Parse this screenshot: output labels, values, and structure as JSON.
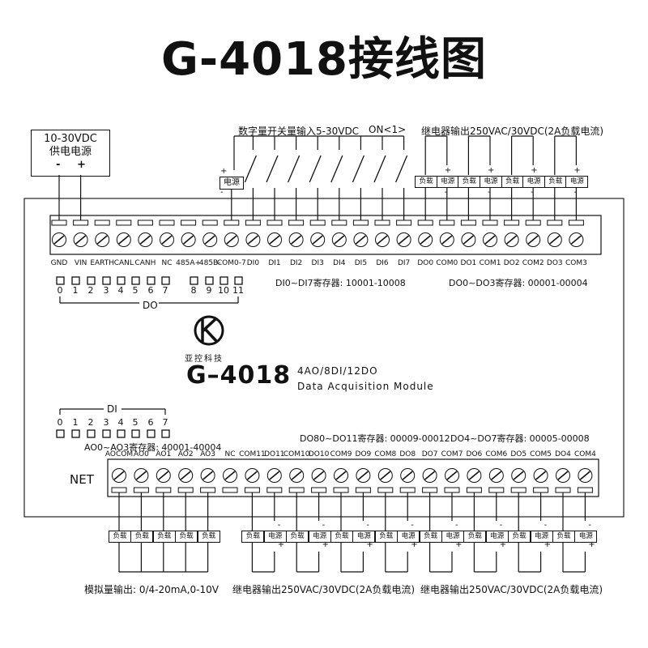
{
  "title": "G-4018接线图",
  "power_supply": {
    "label_line1": "10-30VDC",
    "label_line2": "供电电源",
    "minus": "-",
    "plus": "+"
  },
  "top_notes": {
    "di_input": "数字量开关量输入5-30VDC",
    "di_on": "ON<1>",
    "relay_top": "继电器输出250VAC/30VDC(2A负载电流)",
    "di_reg": "DI0~DI7寄存器: 10001-10008",
    "do_reg": "DO0~DO3寄存器: 00001-00004"
  },
  "di_power": {
    "label": "电源",
    "plus": "+",
    "minus": "-"
  },
  "top_terminals": [
    "GND",
    "VIN",
    "EARTH",
    "CANL",
    "CANH",
    "NC",
    "485A+",
    "485B-",
    "COM0-7",
    "DI0",
    "DI1",
    "DI2",
    "DI3",
    "DI4",
    "DI5",
    "DI6",
    "DI7",
    "DO0",
    "COM0",
    "DO1",
    "COM1",
    "DO2",
    "COM2",
    "DO3",
    "COM3"
  ],
  "top_relay_boxes": [
    "负载",
    "电源",
    "负载",
    "电源",
    "负载",
    "电源",
    "负载",
    "电源"
  ],
  "do_leds": {
    "labels": [
      "0",
      "1",
      "2",
      "3",
      "4",
      "5",
      "6",
      "7",
      "8",
      "9",
      "10",
      "11"
    ],
    "group_label": "DO"
  },
  "logo": {
    "company": "亚控科技",
    "model": "G–4018",
    "spec": "4AO/8DI/12DO",
    "desc": "Data Acquisition Module"
  },
  "di_leds": {
    "labels": [
      "0",
      "1",
      "2",
      "3",
      "4",
      "5",
      "6",
      "7"
    ],
    "group_label": "DI"
  },
  "ao_reg": "AO0~AO3寄存器: 40001-40004",
  "do_reg2": "DO80~DO11寄存器: 00009-00012",
  "do_reg3": "DO4~DO7寄存器: 00005-00008",
  "net_label": "NET",
  "bottom_terminals": [
    "AOCOM",
    "AO0",
    "AO1",
    "AO2",
    "AO3",
    "NC",
    "COM11",
    "DO11",
    "COM10",
    "DO10",
    "COM9",
    "DO9",
    "COM8",
    "DO8",
    "DO7",
    "COM7",
    "DO6",
    "COM6",
    "DO5",
    "COM5",
    "DO4",
    "COM4"
  ],
  "bottom_boxes": [
    "负载",
    "负载",
    "负载",
    "负载",
    "负载",
    "负载",
    "电源",
    "负载",
    "电源",
    "负载",
    "电源",
    "负载",
    "电源",
    "负载",
    "电源",
    "负载",
    "电源",
    "负载",
    "电源",
    "负载",
    "电源"
  ],
  "bottom_notes": {
    "analog": "模拟量输出: 0/4-20mA,0-10V",
    "relay_mid": "继电器输出250VAC/30VDC(2A负载电流)",
    "relay_right": "继电器输出250VAC/30VDC(2A负载电流)"
  }
}
